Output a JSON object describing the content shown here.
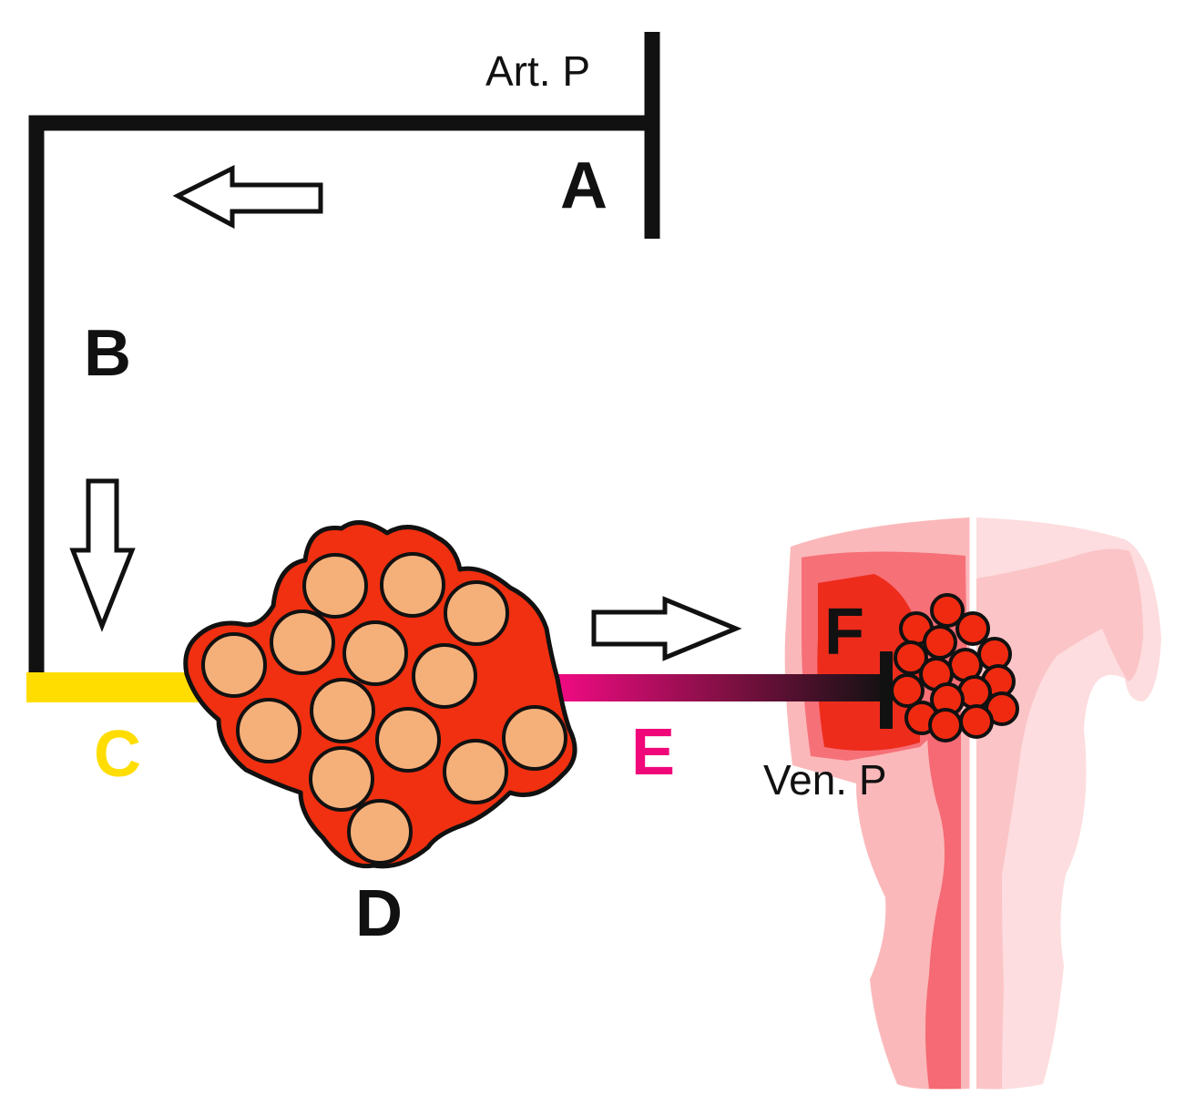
{
  "labels": {
    "art_p": "Art. P",
    "a": "A",
    "b": "B",
    "c": "C",
    "d": "D",
    "e": "E",
    "f": "F",
    "ven_p": "Ven. P"
  },
  "colors": {
    "line": "#111111",
    "yellow_segment": "#FFDD00",
    "magenta_segment": "#F0087A",
    "cluster_fill": "#F03010",
    "cell_fill": "#F5B07A",
    "red_cell_fill": "#F02A10",
    "organ_light": "#FBC8C8",
    "organ_mid": "#F99DA0",
    "organ_dark": "#F56A72",
    "organ_red": "#EE2A1A"
  },
  "icons": {
    "left_arrow": "arrow-left-icon",
    "down_arrow": "arrow-down-icon",
    "right_arrow": "arrow-right-icon"
  }
}
